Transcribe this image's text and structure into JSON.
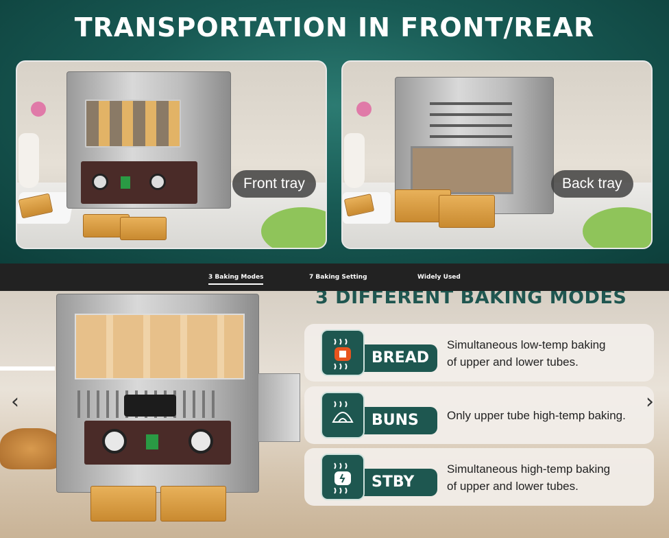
{
  "banner": {
    "title": "TRANSPORTATION IN FRONT/REAR",
    "front_label": "Front tray",
    "back_label": "Back tray"
  },
  "tabs": [
    {
      "label": "3 Baking Modes",
      "active": true
    },
    {
      "label": "7 Baking Setting",
      "active": false
    },
    {
      "label": "Widely Used",
      "active": false
    }
  ],
  "modes_section": {
    "title": "3 DIFFERENT BAKING MODES",
    "modes": [
      {
        "name": "BREAD",
        "icon": "bread-icon",
        "line1": "Simultaneous low-temp baking",
        "line2": "of upper and lower tubes."
      },
      {
        "name": "BUNS",
        "icon": "bun-icon",
        "line1": "Only upper tube high-temp baking.",
        "line2": ""
      },
      {
        "name": "STBY",
        "icon": "standby-icon",
        "line1": "Simultaneous high-temp baking",
        "line2": "of upper and lower tubes."
      }
    ]
  },
  "nav": {
    "prev": "‹",
    "next": "›"
  },
  "colors": {
    "accent": "#1e5750",
    "banner_bg": "#185a54",
    "tab_bar": "#222222"
  }
}
